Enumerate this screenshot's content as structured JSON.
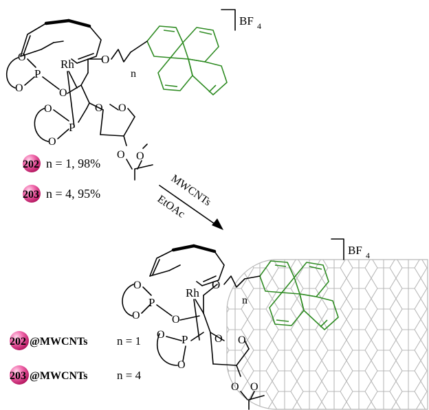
{
  "top_complex": {
    "counterion_main": "BF",
    "counterion_sub": "4",
    "labels": {
      "rh": "Rh",
      "p1": "P",
      "p2": "P",
      "o": "O",
      "n": "n"
    }
  },
  "compounds_top": [
    {
      "id": "202",
      "text": "n = 1, 98%"
    },
    {
      "id": "203",
      "text": "n = 4, 95%"
    }
  ],
  "reaction": {
    "reagent": "MWCNTs",
    "solvent": "EtOAc"
  },
  "bottom_complex": {
    "counterion_main": "BF",
    "counterion_sub": "4",
    "labels": {
      "rh": "Rh",
      "p1": "P",
      "p2": "P",
      "o": "O",
      "n": "n"
    }
  },
  "compounds_bottom": [
    {
      "id": "202",
      "suffix": "@MWCNTs",
      "text": "n = 1"
    },
    {
      "id": "203",
      "suffix": "@MWCNTs",
      "text": "n = 4"
    }
  ],
  "colors": {
    "pyrene": "#2e8b22",
    "nanotube": "#b8b8b8",
    "badge": "#e0207a"
  }
}
